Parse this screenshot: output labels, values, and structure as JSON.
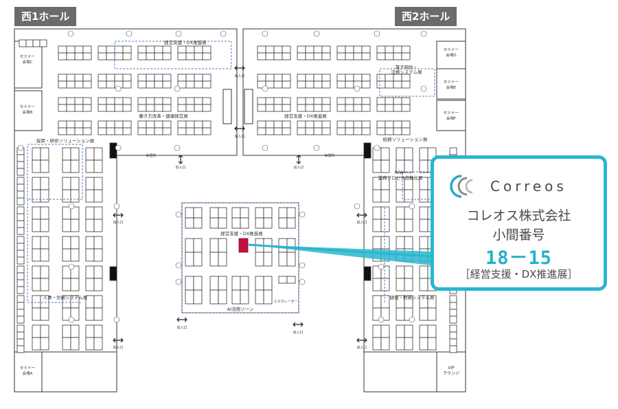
{
  "halls": {
    "west1": "西1ホール",
    "west2": "西2ホール"
  },
  "zones": {
    "keiei_dx_top_left": "経営支援・DX推進展",
    "hatarakikata": "働き方改革・健康経営展",
    "keiei_dx_top_right": "経営支援・DX推進展",
    "saiyo": "採用・研修ソリューション展",
    "jinji": "人事・労務システム展",
    "keiei_dx_center": "経営支援・DX推進展",
    "ai_zone": "AI活用ゾーン",
    "denshi": "電子契約・",
    "homu": "法務システム展",
    "somu": "総務ソリューション展",
    "rpa": "RPA・",
    "gyomu": "業務プロセス自動化展",
    "keiri": "経理・財務システム展"
  },
  "rooms": {
    "seminar_c": [
      "セミナー",
      "会場C"
    ],
    "seminar_b": [
      "セミナー",
      "会場B"
    ],
    "seminar_a": [
      "セミナー",
      "会場A"
    ],
    "seminar_d": [
      "セミナー",
      "会場D"
    ],
    "seminar_e": [
      "セミナー",
      "会場E"
    ],
    "seminar_f": [
      "セミナー",
      "会場F"
    ],
    "vip": [
      "VIP",
      "ラウンジ"
    ],
    "kyukei": "休憩所",
    "kyukei_v": "休憩所",
    "escalator": "エスカレーター"
  },
  "entrance": "出入口",
  "pillar": "柱",
  "colors": {
    "accent": "#29b6cf",
    "booth_highlight": "#c4103f",
    "hall_tag": "#6b6b6b",
    "line": "#333333",
    "dash": "#4a7fc0"
  },
  "callout": {
    "brand_name": "Correos",
    "company": "コレオス株式会社",
    "booth_label": "小間番号",
    "booth_number": "18－15",
    "booth_zone": "［経営支援・DX推進展］"
  }
}
